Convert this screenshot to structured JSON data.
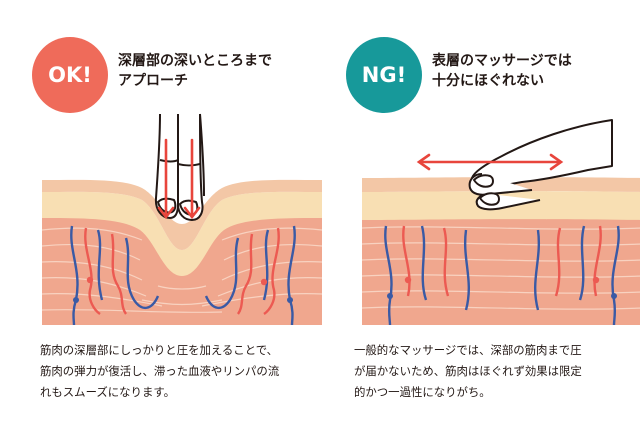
{
  "ok_panel": {
    "badge": "OK!",
    "headline": [
      "深層部の深いところまで",
      "アプローチ"
    ],
    "body": [
      "筋肉の深層部にしっかりと圧を加えることで、",
      "筋肉の弾力が復活し、滞った血液やリンパの流",
      "れもスムーズになります。"
    ],
    "badge_color": "#ef6b5a",
    "illustration": "finger-pressing-deep-into-muscle"
  },
  "ng_panel": {
    "badge": "NG!",
    "headline": [
      "表層のマッサージでは",
      "十分にほぐれない"
    ],
    "body": [
      "一般的なマッサージでは、深部の筋肉まで圧",
      "が届かないため、筋肉はほぐれず効果は限定",
      "的かつ一過性になりがち。"
    ],
    "badge_color": "#17999a",
    "illustration": "hand-rubbing-surface-of-skin"
  },
  "colors": {
    "skin_top": "#f3c7a6",
    "fat_layer": "#f8dfb3",
    "muscle": "#f0a78e",
    "muscle_line": "#f8d2c0",
    "blood_vessel": "#ec5a52",
    "lymph_vessel": "#3a5aa5",
    "arrow": "#e8453c"
  }
}
